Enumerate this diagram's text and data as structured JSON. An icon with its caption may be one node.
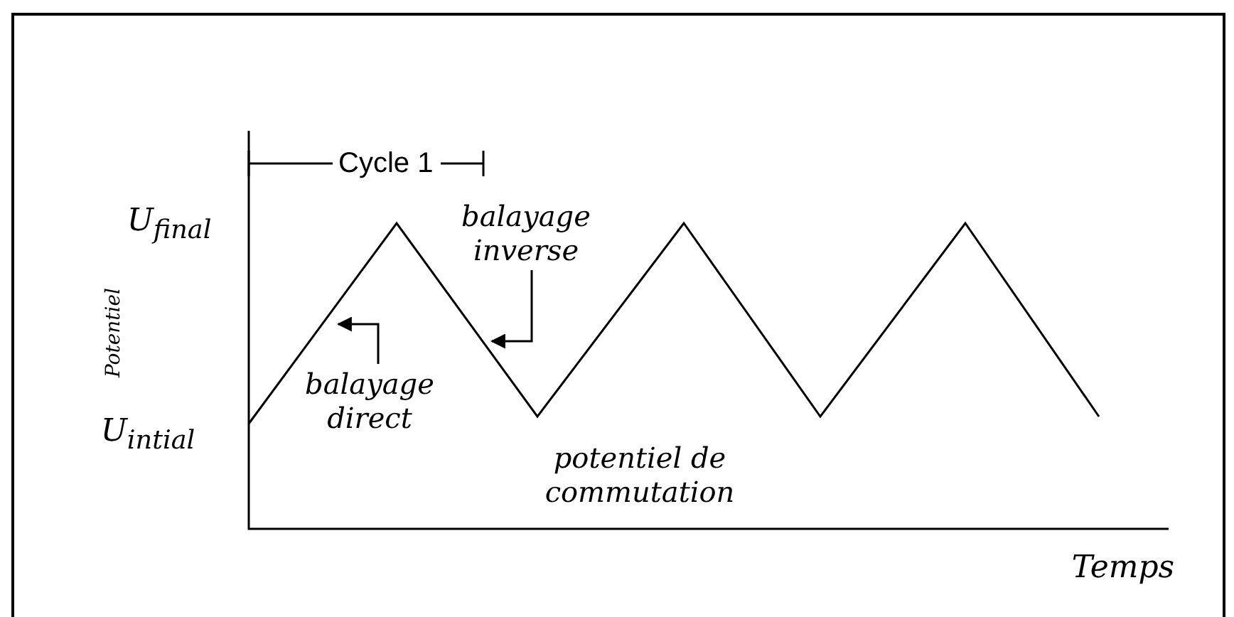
{
  "diagram": {
    "nodes": [
      {
        "text": [
          "balayage inverse"
        ]
      },
      {
        "text": [
          "balayage direct"
        ]
      }
    ],
    "edges": [
      {
        "from": 0,
        "to": null,
        "arrow": "to"
      },
      {
        "from": 1,
        "to": null,
        "arrow": "to"
      }
    ],
    "labels": [
      "Cycle 1",
      "U$_{final}$",
      "U$_{intial}$",
      "Potentiel",
      "potentiel de commutation",
      "Temps"
    ]
  }
}
